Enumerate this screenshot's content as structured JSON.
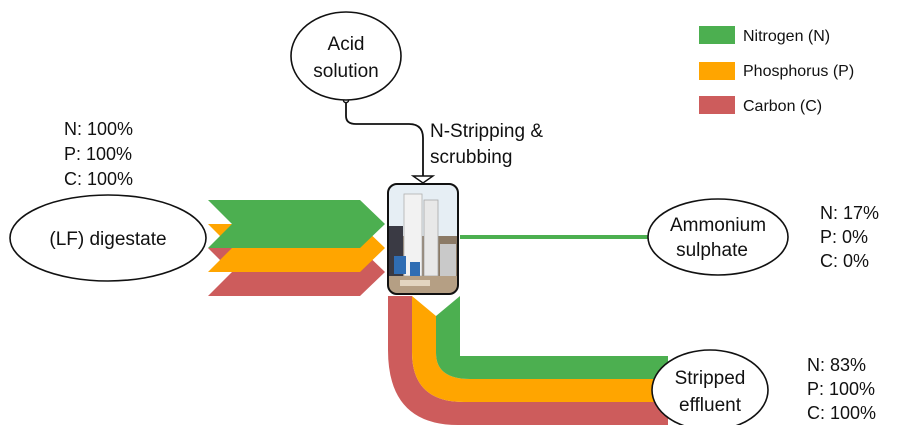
{
  "legend": [
    {
      "label": "Nitrogen (N)",
      "color": "#4caf50"
    },
    {
      "label": "Phosphorus (P)",
      "color": "#ffa500"
    },
    {
      "label": "Carbon (C)",
      "color": "#cd5c5c"
    }
  ],
  "nodes": {
    "acid": {
      "lines": [
        "Acid",
        "solution"
      ]
    },
    "digestate": {
      "label": "(LF) digestate"
    },
    "ammonium": {
      "lines": [
        "Ammonium",
        "sulphate"
      ]
    },
    "effluent": {
      "lines": [
        "Stripped",
        "effluent"
      ]
    }
  },
  "process": {
    "lines": [
      "N-Stripping &",
      "scrubbing"
    ],
    "photo_icon": "stripping-column-photo"
  },
  "input_composition": [
    "N: 100%",
    "P: 100%",
    "C: 100%"
  ],
  "ammonium_composition": [
    "N: 17%",
    "P: 0%",
    "C: 0%"
  ],
  "effluent_composition": [
    "N: 83%",
    "P: 100%",
    "C: 100%"
  ]
}
